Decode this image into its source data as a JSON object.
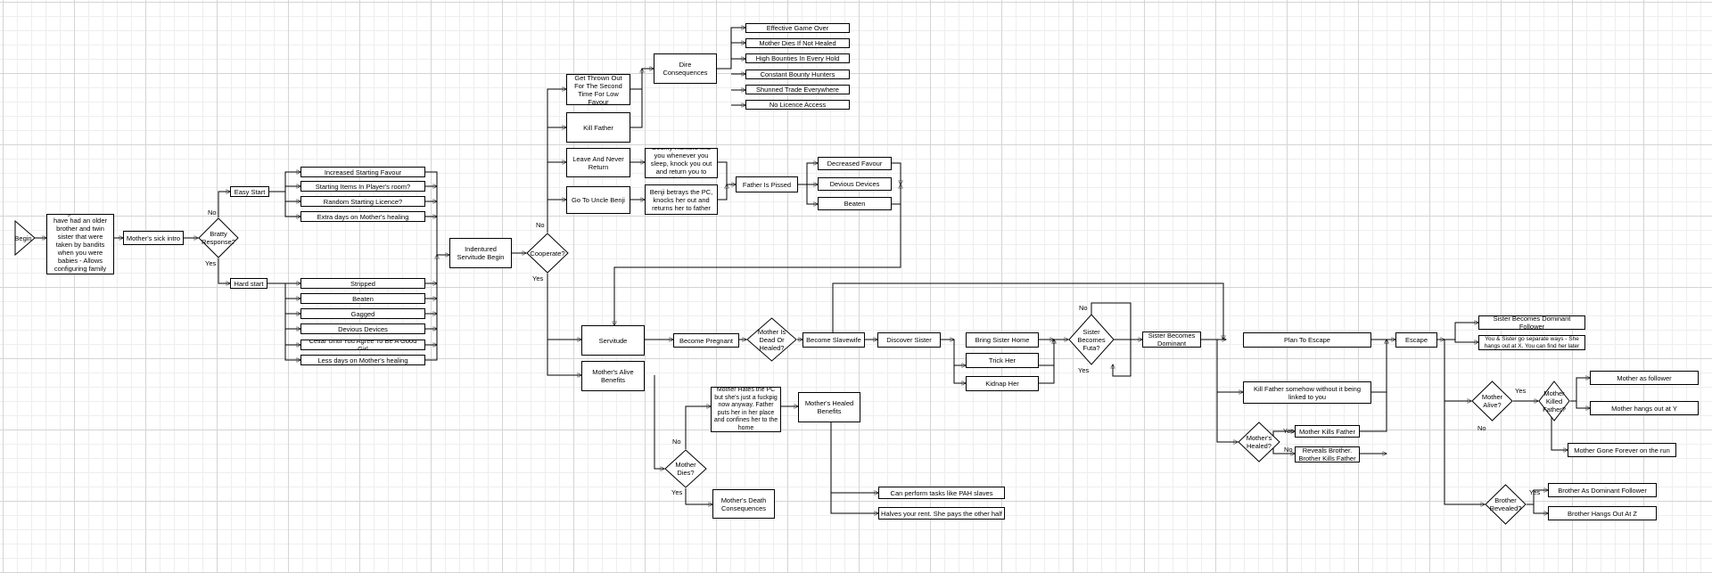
{
  "nodes": {
    "begin": "Begin",
    "change_narrative": "Change narrative to have had an older brother and twin sister that were taken by bandits when you were babies - Allows configuring family freely",
    "mothers_sick_intro": "Mother's sick intro",
    "bratty_response": "Bratty Response?",
    "easy_start": "Easy Start",
    "hard_start": "Hard start",
    "increased_starting_favour": "Increased Starting Favour",
    "starting_items": "Starting Items In Player's room?",
    "random_starting_licence": "Random Starting Licence?",
    "extra_days": "Extra days on Mother's healing",
    "stripped": "Stripped",
    "beaten_hard": "Beaten",
    "gagged": "Gagged",
    "devious_devices_hard": "Devious Devices",
    "cellar": "Cellar Until You Agree To Be A Good Girl",
    "less_days": "Less days on Mother's healing",
    "indentured_servitude": "Indentured Servitude Begin",
    "cooperate": "Cooperate?",
    "thrown_out": "Get Thrown Out For The Second Time For Low Favour",
    "kill_father": "Kill Father",
    "leave_never_return": "Leave And Never Return",
    "go_to_uncle_benji": "Go To Uncle Benji",
    "dire_consequences": "Dire Consequences",
    "effective_game_over": "Effective Game Over",
    "mother_dies_not_healed": "Mother Dies If Not Healed",
    "high_bounties": "High Bounties In Every Hold",
    "constant_bounty_hunters": "Constant Bounty Hunters",
    "shunned_trade": "Shunned Trade Everywhere",
    "no_licence": "No Licence Access",
    "bounty_hunters_find": "Bounty Hunters find you whenever you sleep, knock you out and return you to father",
    "benji_betrays": "Benji betrays the PC, knocks her out and returns her to father",
    "father_is_pissed": "Father Is Pissed",
    "decreased_favour": "Decreased Favour",
    "devious_devices_pissed": "Devious Devices",
    "beaten_pissed": "Beaten",
    "servitude": "Servitude",
    "mothers_alive_benefits": "Mother's Alive Benefits",
    "become_pregnant": "Become Pregnant",
    "mother_dead_or_healed": "Mother Is Dead Or Healed?",
    "become_slavewife": "Become Slavewife",
    "discover_sister": "Discover Sister",
    "bring_sister_home": "Bring Sister Home",
    "trick_her": "Trick Her",
    "kidnap_her": "Kidnap Her",
    "sister_becomes_futa": "Sister Becomes Futa?",
    "sister_becomes_dominant": "Sister Becomes Dominant",
    "plan_to_escape": "Plan To Escape",
    "kill_father_somehow": "Kill Father somehow without it being linked to you",
    "mothers_healed_q": "Mother's Healed?",
    "mother_kills_father": "Mother Kills Father",
    "reveals_brother": "Reveals Brother. Brother Kills Father",
    "escape": "Escape",
    "sister_dominant_follower": "Sister Becomes Dominant Follower",
    "sister_separate_ways": "You & Sister go separate ways - She hangs out at X. You can find her later",
    "mother_alive_q": "Mother Alive?",
    "mother_killed_father_q": "Mother Killed Father?",
    "mother_as_follower": "Mother as follower",
    "mother_hangs_out": "Mother hangs out at Y",
    "mother_gone_forever": "Mother Gone Forever on the run",
    "brother_revealed_q": "Brother Revealed?",
    "brother_dominant_follower": "Brother As Dominant Follower",
    "brother_hangs_out": "Brother Hangs Out At Z",
    "mother_hates_pc": "Mother Hates the PC but she's just a fuckpig now anyway. Father puts her in her place and confines her to the home",
    "mothers_healed_benefits": "Mother's Healed Benefits",
    "mother_dies_q": "Mother Dies?",
    "mothers_death_consequences": "Mother's Death Consequences",
    "pah_slaves": "Can perform tasks like PAH slaves",
    "halves_rent": "Halves your rent. She pays the other half"
  },
  "edge_labels": {
    "bratty_no": "No",
    "bratty_yes": "Yes",
    "cooperate_no": "No",
    "cooperate_yes": "Yes",
    "mother_dies_no": "No",
    "mother_dies_yes": "Yes",
    "futa_no": "No",
    "futa_yes": "Yes",
    "healed_yes": "Yes",
    "healed_no": "No",
    "alive_yes": "Yes",
    "alive_no": "No",
    "brother_yes": "Yes"
  }
}
